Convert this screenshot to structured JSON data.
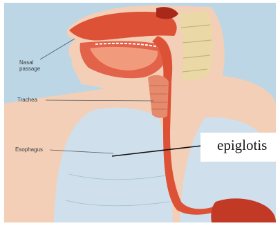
{
  "labels": {
    "nasal_passage": "Nasal passage",
    "trachea": "Trachea",
    "esophagus": "Esophagus"
  },
  "callout": {
    "text": "epiglotis"
  },
  "colors": {
    "background": "#bcd6e5",
    "skin": "#f2cfb6",
    "lung": "#cfe0ec",
    "tissue_red": "#dd5237",
    "tissue_dark_red": "#a8291a",
    "tissue_pink": "#f29a7c",
    "spine": "#ead9a6",
    "label_text": "#3a4046"
  }
}
